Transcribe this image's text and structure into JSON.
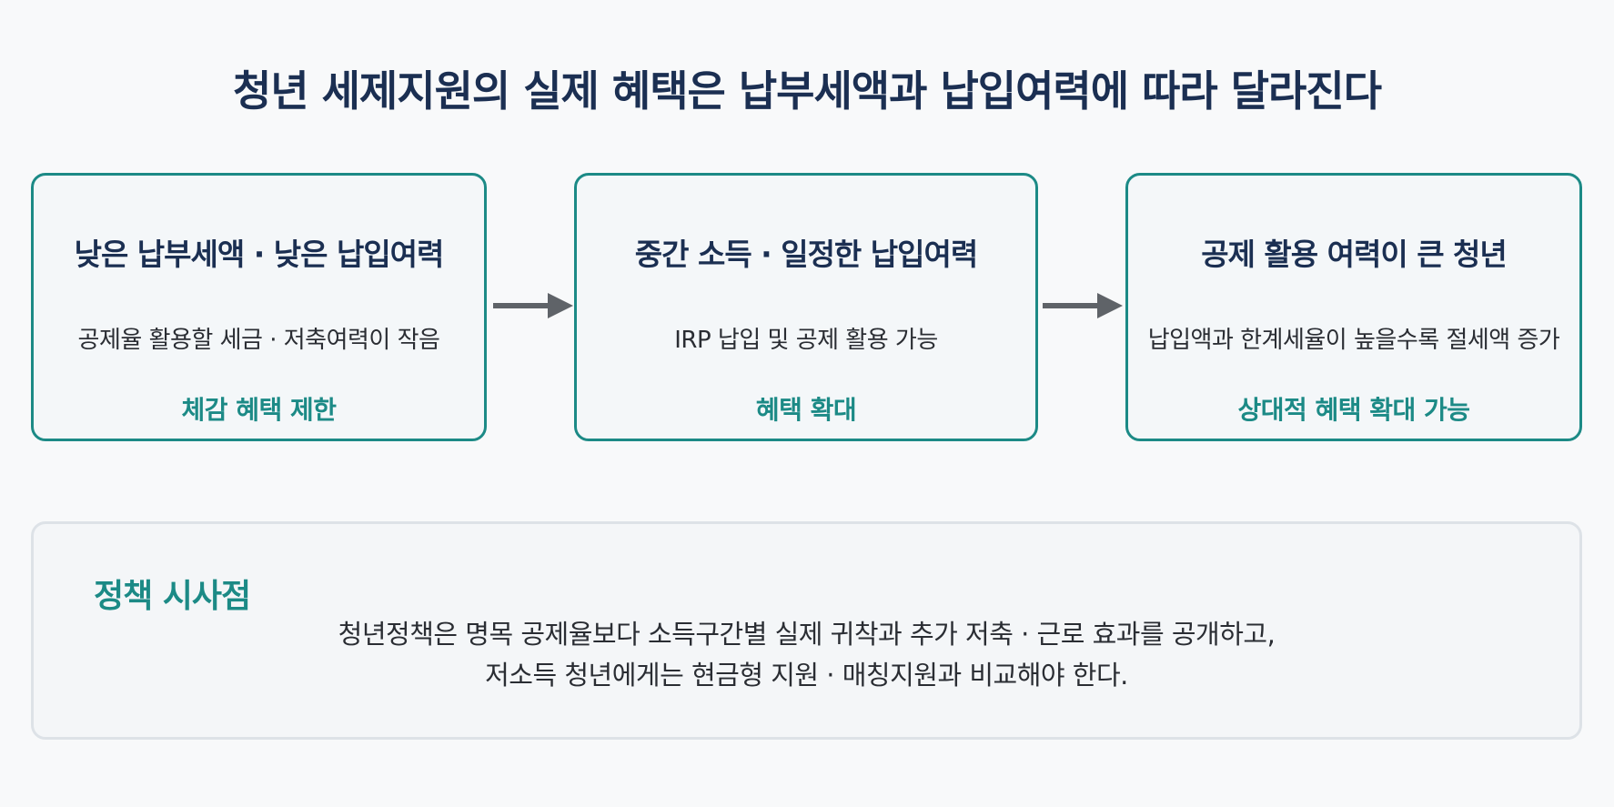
{
  "title": "청년 세제지원의 실제 혜택은 납부세액과 납입여력에 따라 달라진다",
  "stages": [
    {
      "title": "낮은 납부세액 · 낮은 납입여력",
      "description": "공제율 활용할 세금 · 저축여력이 작음",
      "result": "체감 혜택 제한"
    },
    {
      "title": "중간 소득 · 일정한 납입여력",
      "description": "IRP 납입 및 공제 활용 가능",
      "result": "혜택 확대"
    },
    {
      "title": "공제 활용 여력이 큰 청년",
      "description": "납입액과 한계세율이 높을수록 절세액 증가",
      "result": "상대적 혜택 확대 가능"
    }
  ],
  "policy": {
    "heading": "정책 시사점",
    "lines": [
      "청년정책은 명목 공제율보다 소득구간별 실제 귀착과 추가 저축 · 근로 효과를 공개하고,",
      "저소득 청년에게는 현금형 지원 · 매칭지원과 비교해야 한다."
    ]
  },
  "colors": {
    "title": "#1b2f52",
    "accent": "#1c8a86",
    "arrow": "#5f6368",
    "box_border": "#1c8a86",
    "policy_border": "#dde2e7"
  }
}
